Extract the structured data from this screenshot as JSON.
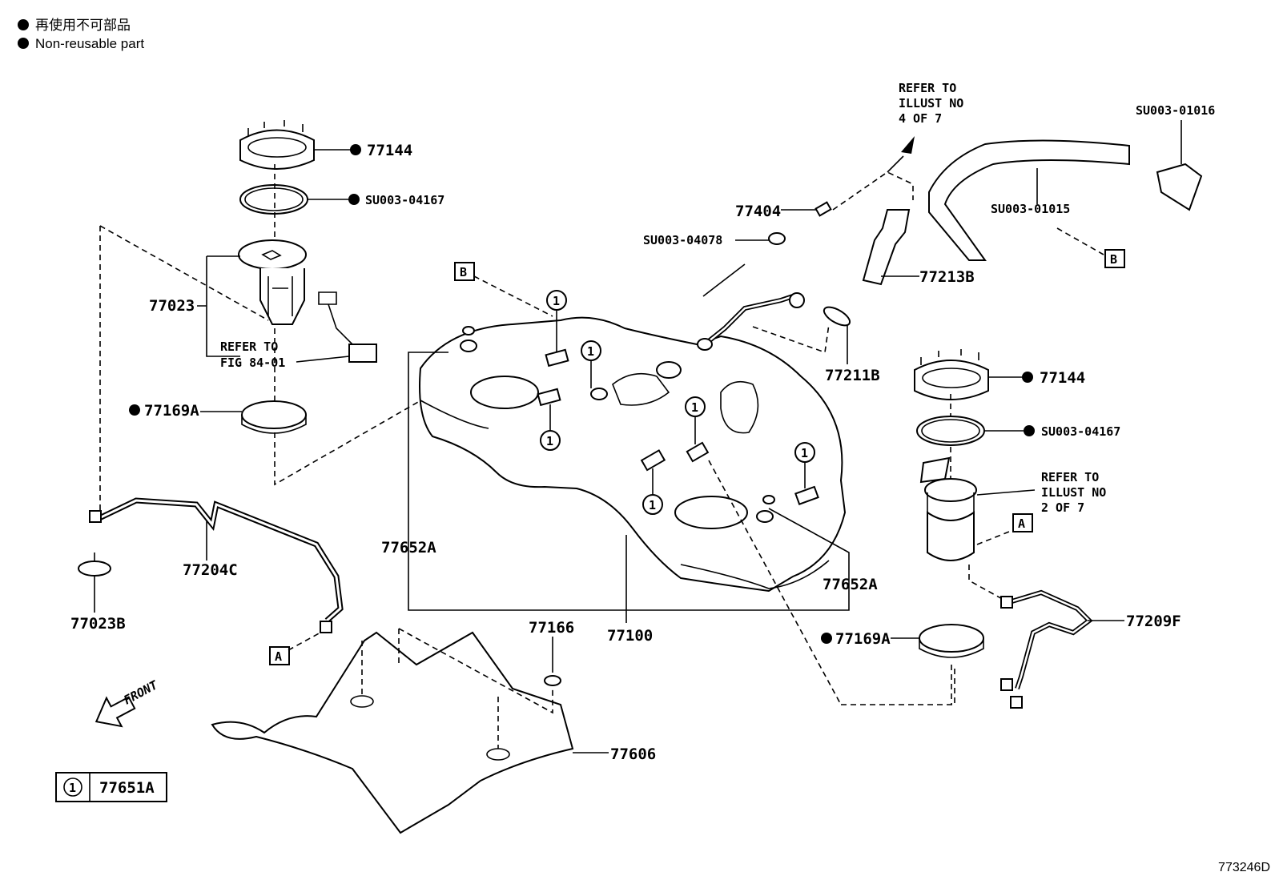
{
  "legend": {
    "line_ja": "再使用不可部品",
    "line_en": "Non-reusable part"
  },
  "labels": {
    "p77144_top": "77144",
    "su00304167_top": "SU003-04167",
    "p77023": "77023",
    "refer_fig_1": "REFER TO",
    "refer_fig_2": "FIG 84-01",
    "p77169a_left": "77169A",
    "p77204c": "77204C",
    "p77023b": "77023B",
    "box_a_left": "A",
    "box_b_tank": "B",
    "circle_1": "1",
    "p77652a_left": "77652A",
    "p77652a_right": "77652A",
    "p77100": "77100",
    "p77166": "77166",
    "p77606": "77606",
    "front": "FRONT",
    "key_circle": "1",
    "key_part": "77651A",
    "p77404": "77404",
    "su00304078": "SU003-04078",
    "refer_illust4_1": "REFER TO",
    "refer_illust4_2": "ILLUST NO",
    "refer_illust4_3": "4 OF 7",
    "p77213b": "77213B",
    "p77211b": "77211B",
    "su00301015": "SU003-01015",
    "su00301016": "SU003-01016",
    "box_b_right": "B",
    "p77144_right": "77144",
    "su00304167_right": "SU003-04167",
    "refer_illust2_1": "REFER TO",
    "refer_illust2_2": "ILLUST NO",
    "refer_illust2_3": "2 OF 7",
    "box_a_right": "A",
    "p77169a_right": "77169A",
    "p77209f": "77209F"
  },
  "drawing_number": "773246D"
}
